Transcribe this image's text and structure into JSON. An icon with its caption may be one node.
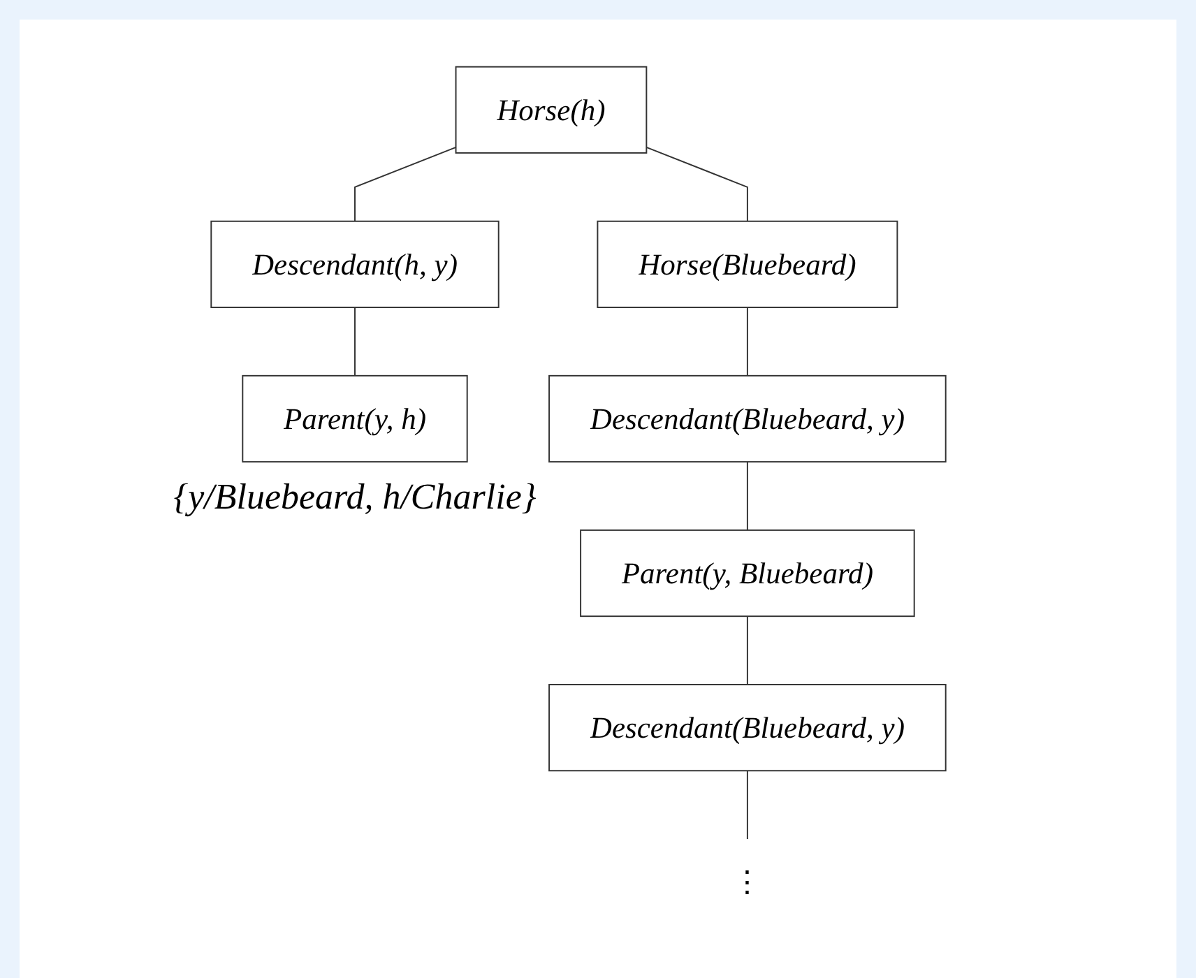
{
  "diagram": {
    "nodes": [
      {
        "text": [
          "Horse(h)"
        ]
      },
      {
        "text": [
          "Descendant(h, y)"
        ]
      },
      {
        "text": [
          "Horse(Bluebeard)"
        ]
      },
      {
        "text": [
          "Parent(y, h)"
        ],
        "beside": [
          "{y/Bluebeard, h/Charlie}"
        ]
      },
      {
        "text": [
          "Descendant(Bluebeard, y)"
        ]
      },
      {
        "text": [
          "Parent(y, Bluebeard)"
        ]
      },
      {
        "text": [
          "Descendant(Bluebeard, y)"
        ]
      },
      {
        "text": [
          "⋮"
        ]
      }
    ],
    "edges": [
      {
        "from": 0,
        "to": 1,
        "arrow": "none"
      },
      {
        "from": 0,
        "to": 2,
        "arrow": "none"
      },
      {
        "from": 1,
        "to": 3,
        "arrow": "none"
      },
      {
        "from": 2,
        "to": 4,
        "arrow": "none"
      },
      {
        "from": 4,
        "to": 5,
        "arrow": "none"
      },
      {
        "from": 5,
        "to": 6,
        "arrow": "none"
      },
      {
        "from": 6,
        "to": 7,
        "arrow": "none"
      }
    ]
  }
}
